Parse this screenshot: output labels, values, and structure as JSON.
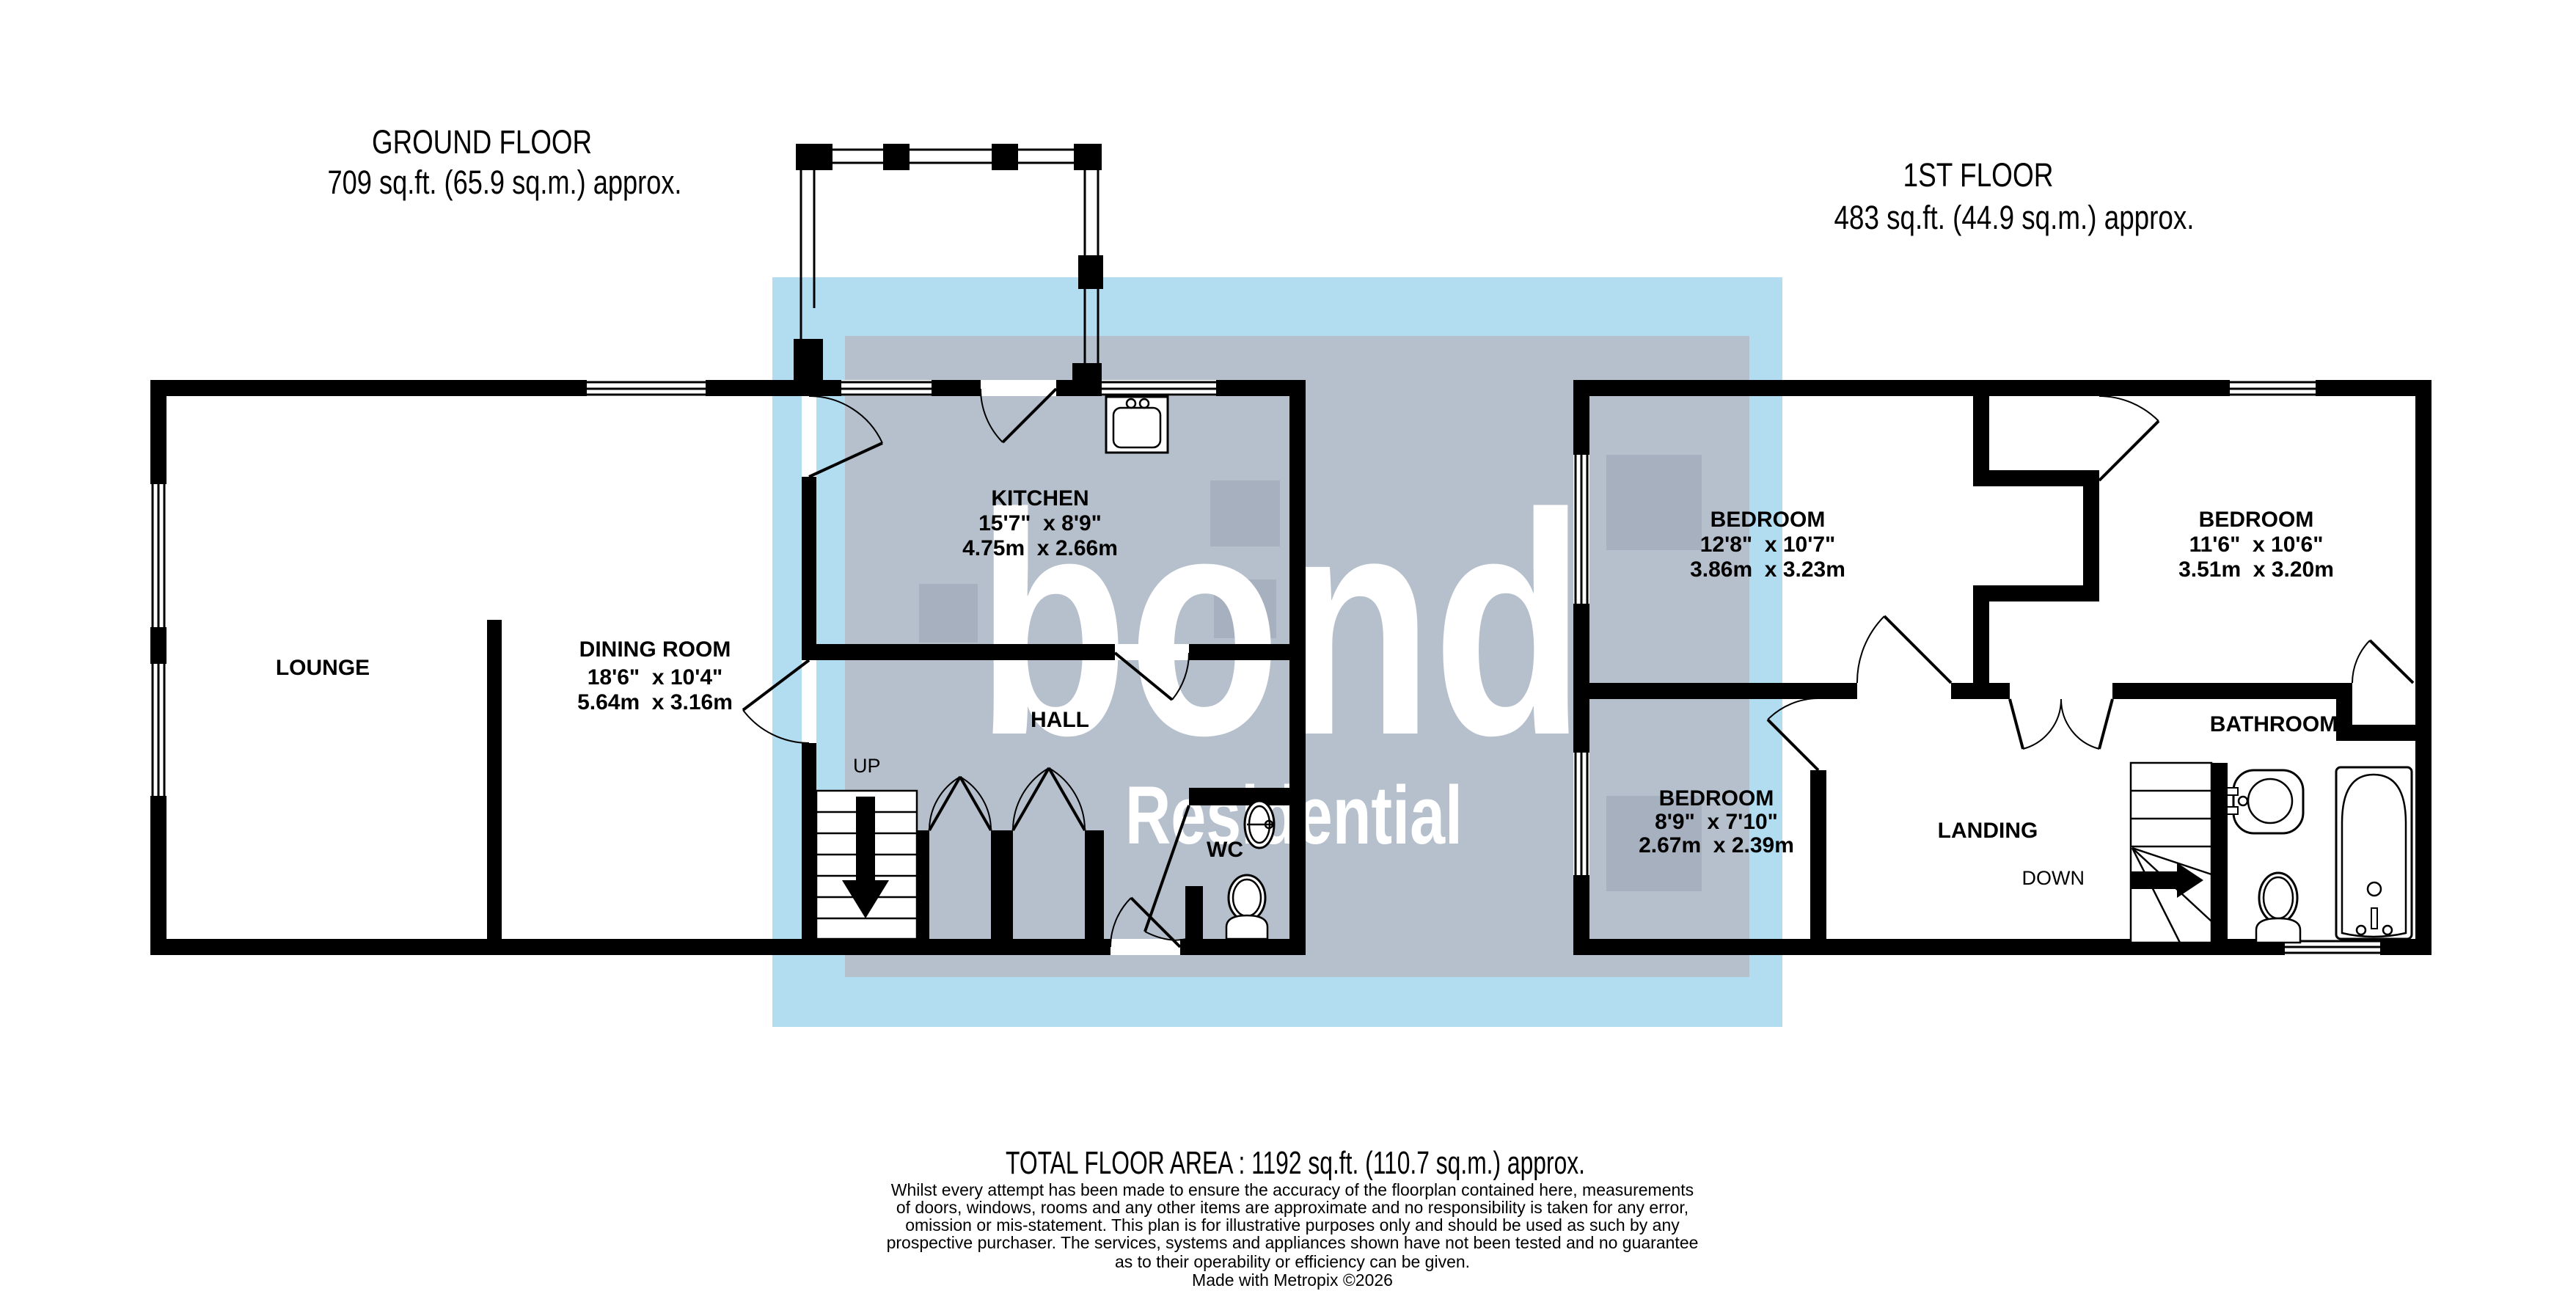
{
  "ground": {
    "title": "GROUND FLOOR",
    "area": "709 sq.ft. (65.9 sq.m.) approx.",
    "rooms": {
      "lounge": {
        "name": "LOUNGE"
      },
      "dining": {
        "name": "DINING ROOM",
        "imperial": "18'6\"  x 10'4\"",
        "metric": "5.64m  x 3.16m"
      },
      "kitchen": {
        "name": "KITCHEN",
        "imperial": "15'7\"  x 8'9\"",
        "metric": "4.75m  x 2.66m"
      },
      "hall": {
        "name": "HALL"
      },
      "wc": {
        "name": "WC"
      },
      "up_label": "UP"
    }
  },
  "first": {
    "title": "1ST FLOOR",
    "area": "483 sq.ft. (44.9 sq.m.) approx.",
    "rooms": {
      "bedroom1": {
        "name": "BEDROOM",
        "imperial": "12'8\"  x 10'7\"",
        "metric": "3.86m  x 3.23m"
      },
      "bedroom2": {
        "name": "BEDROOM",
        "imperial": "11'6\"  x 10'6\"",
        "metric": "3.51m  x 3.20m"
      },
      "bedroom3": {
        "name": "BEDROOM",
        "imperial": "8'9\"  x 7'10\"",
        "metric": "2.67m  x 2.39m"
      },
      "landing": {
        "name": "LANDING"
      },
      "bathroom": {
        "name": "BATHROOM"
      },
      "down_label": "DOWN"
    }
  },
  "watermark": {
    "brand": "bond",
    "brand_sub": "Residential",
    "outer_color": "#b2ddf1",
    "inner_color": "#b6c0cd",
    "accent_color": "#a7b0bf"
  },
  "footer": {
    "total": "TOTAL FLOOR AREA : 1192 sq.ft. (110.7 sq.m.) approx.",
    "disclaimer_lines": [
      "Whilst every attempt has been made to ensure the accuracy of the floorplan contained here, measurements",
      "of doors, windows, rooms and any other items are approximate and no responsibility is taken for any error,",
      "omission or mis-statement. This plan is for illustrative purposes only and should be used as such by any",
      "prospective purchaser. The services, systems and appliances shown have not been tested and no guarantee",
      "as to their operability or efficiency can be given.",
      "Made with Metropix ©2026"
    ]
  }
}
